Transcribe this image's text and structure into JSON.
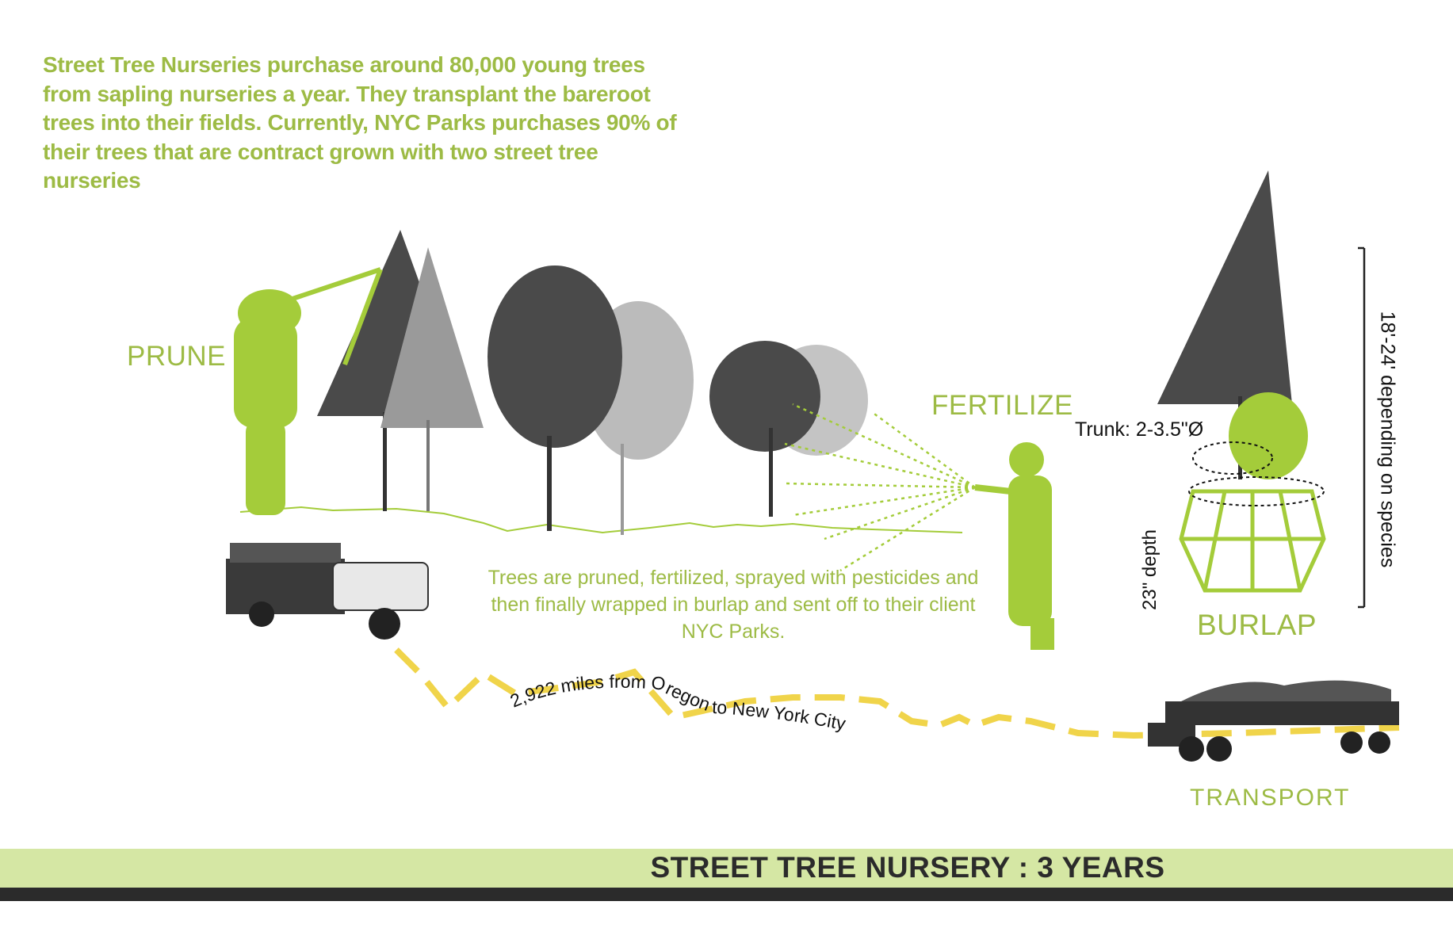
{
  "intro_text": "Street Tree Nurseries purchase around 80,000 young trees from sapling nurseries a year. They transplant the bareroot trees into their fields. Currently, NYC Parks purchases 90% of their trees that are contract grown with two street tree nurseries",
  "steps": {
    "prune": "PRUNE",
    "fertilize": "FERTILIZE",
    "burlap": "BURLAP",
    "transport": "TRANSPORT"
  },
  "process_text": "Trees are pruned, fertilized, sprayed with pesticides and then finally wrapped in burlap and sent off to their client NYC Parks.",
  "dimensions": {
    "trunk": "Trunk: 2-3.5\"Ø",
    "depth": "23\" depth",
    "height": "18'-24' depending on species"
  },
  "route_text": "2,922 miles from Oregon to New York City",
  "footer_title": "STREET TREE NURSERY : 3 YEARS",
  "colors": {
    "green": "#9dbb45",
    "figure_green": "#a4cc3a",
    "yellow": "#f0d44a",
    "band": "#d5e7a4",
    "dark": "#2b2b2b"
  }
}
